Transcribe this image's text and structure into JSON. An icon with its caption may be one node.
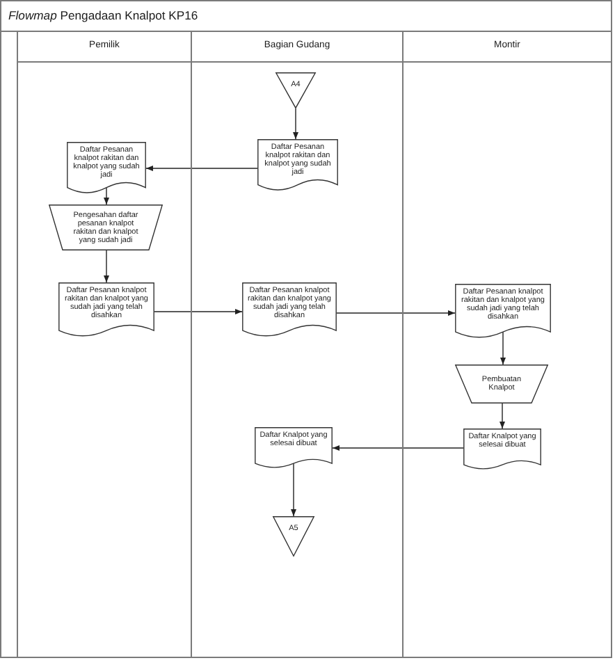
{
  "diagram": {
    "title": "*Flowmap* Pengadaan Knalpot KP16",
    "nodes": [
      {
        "text": [
          "Pemilik"
        ]
      },
      {
        "text": [
          "Bagian Gudang"
        ]
      },
      {
        "text": [
          "Montir"
        ]
      },
      {
        "text": [
          "A4"
        ],
        "in": 1
      },
      {
        "text": [
          "Daftar Pesanan knalpot rakitan dan knalpot yang sudah jadi"
        ],
        "in": 1
      },
      {
        "text": [
          "Daftar Pesanan knalpot rakitan dan knalpot yang sudah jadi"
        ],
        "in": 0
      },
      {
        "text": [
          "Pengesahan daftar pesanan knalpot rakitan dan knalpot yang sudah jadi"
        ],
        "in": 0
      },
      {
        "text": [
          "Daftar Pesanan knalpot rakitan dan knalpot yang sudah jadi yang telah disahkan"
        ],
        "in": 0
      },
      {
        "text": [
          "Daftar Pesanan knalpot rakitan dan knalpot yang sudah jadi yang telah disahkan"
        ],
        "in": 1
      },
      {
        "text": [
          "Daftar Pesanan knalpot rakitan dan knalpot yang sudah jadi yang telah disahkan"
        ],
        "in": 2
      },
      {
        "text": [
          "Pembuatan Knalpot"
        ],
        "in": 2
      },
      {
        "text": [
          "Daftar Knalpot yang selesai dibuat"
        ],
        "in": 2
      },
      {
        "text": [
          "Daftar Knalpot yang selesai dibuat"
        ],
        "in": 1
      },
      {
        "text": [
          "A5"
        ],
        "in": 1
      }
    ],
    "edges": [
      {
        "from": 3,
        "to": 4,
        "arrow": "to"
      },
      {
        "from": 4,
        "to": 5,
        "arrow": "to"
      },
      {
        "from": 5,
        "to": 6,
        "arrow": "to"
      },
      {
        "from": 6,
        "to": 7,
        "arrow": "to"
      },
      {
        "from": 7,
        "to": 8,
        "arrow": "to"
      },
      {
        "from": 8,
        "to": 9,
        "arrow": "to"
      },
      {
        "from": 9,
        "to": 10,
        "arrow": "to"
      },
      {
        "from": 10,
        "to": 11,
        "arrow": "to"
      },
      {
        "from": 11,
        "to": 12,
        "arrow": "to"
      },
      {
        "from": 12,
        "to": 13,
        "arrow": "to"
      }
    ]
  }
}
